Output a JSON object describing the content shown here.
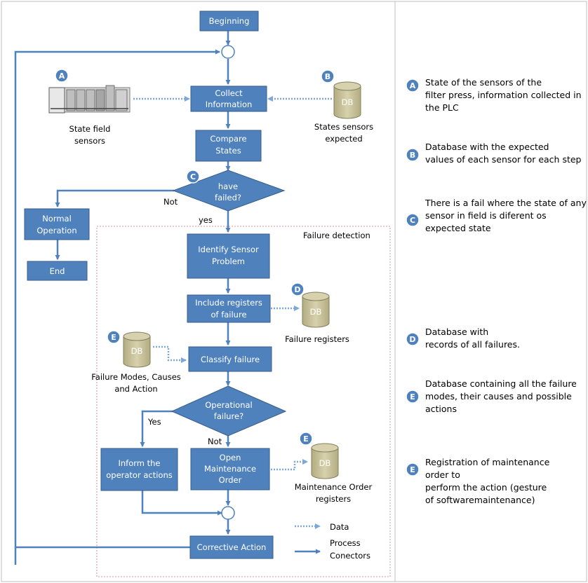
{
  "nodes": {
    "beginning": "Beginning",
    "collect": [
      "Collect",
      "Information"
    ],
    "compare": [
      "Compare",
      "States"
    ],
    "have_failed": [
      "have",
      "failed?"
    ],
    "normal": [
      "Normal",
      "Operation"
    ],
    "end": "End",
    "identify": [
      "Identify Sensor",
      "Problem"
    ],
    "include": [
      "Include registers",
      "of failure"
    ],
    "classify": "Classify failure",
    "operational": [
      "Operational",
      "failure?"
    ],
    "inform": [
      "Inform the",
      "operator actions"
    ],
    "open_order": [
      "Open",
      "Maintenance",
      "Order"
    ],
    "corrective": "Corrective Action"
  },
  "edge_labels": {
    "not1": "Not",
    "yes1": "yes",
    "yes2": "Yes",
    "not2": "Not"
  },
  "captions": {
    "sensors": [
      "State field",
      "sensors"
    ],
    "states_expected": [
      "States sensors",
      "expected"
    ],
    "failure_registers": "Failure registers",
    "failure_modes": [
      "Failure Modes, Causes",
      "and Action"
    ],
    "maint_registers": [
      "Maintenance Order",
      "registers"
    ]
  },
  "db_label": "DB",
  "region_label": "Failure detection",
  "legend": {
    "data": "Data",
    "process": [
      "Process",
      "Conectors"
    ]
  },
  "badges": {
    "a": "A",
    "b": "B",
    "c": "C",
    "d": "D",
    "e": "E"
  },
  "notes": [
    {
      "badge": "A",
      "lines": [
        "State of the sensors of the",
        "filter press, information collected in",
        "the PLC"
      ]
    },
    {
      "badge": "B",
      "lines": [
        "Database with the expected",
        "values of each sensor for each step"
      ]
    },
    {
      "badge": "C",
      "lines": [
        "There is a fail where the state of any",
        "sensor in field is diferent os",
        "expected state"
      ]
    },
    {
      "badge": "D",
      "lines": [
        "Database with",
        "records of all failures."
      ]
    },
    {
      "badge": "E",
      "lines": [
        "Database containing all  the failure",
        "modes, their causes and possible",
        "actions"
      ]
    },
    {
      "badge": "E",
      "lines": [
        "Registration of maintenance",
        "order to",
        "perform the action (gesture",
        "of softwaremaintenance)"
      ]
    }
  ],
  "colors": {
    "box": "#4f81bd",
    "box_border": "#385d8a",
    "db": "#c4bd97",
    "badge": "#4f81bd",
    "region": "#d9969a"
  }
}
